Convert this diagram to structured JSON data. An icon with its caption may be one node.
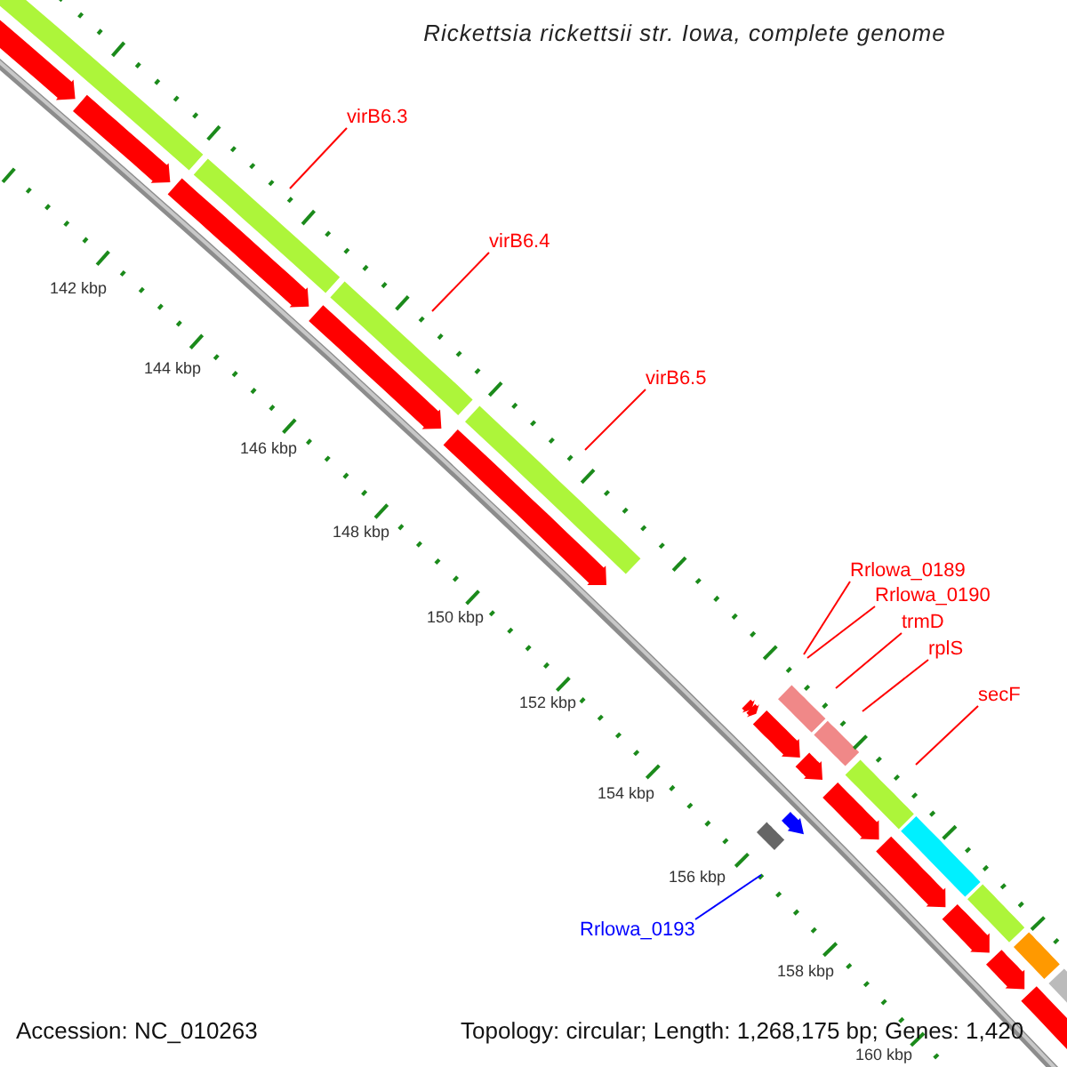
{
  "diagram": {
    "title": "Rickettsia rickettsii str. Iowa, complete genome",
    "nodes": [
      {
        "text": [
          "virB6.3"
        ]
      },
      {
        "text": [
          "virB6.4"
        ]
      },
      {
        "text": [
          "virB6.5"
        ]
      },
      {
        "text": [
          "Rrlowa_0189"
        ]
      },
      {
        "text": [
          "Rrlowa_0190"
        ]
      },
      {
        "text": [
          "trmD"
        ]
      },
      {
        "text": [
          "rplS"
        ]
      },
      {
        "text": [
          "secF"
        ]
      },
      {
        "text": [
          "Rrlowa_0193"
        ]
      }
    ],
    "edges": [
      {
        "from": 0,
        "to": null,
        "arrow": "none"
      },
      {
        "from": 1,
        "to": null,
        "arrow": "none"
      },
      {
        "from": 2,
        "to": null,
        "arrow": "none"
      },
      {
        "from": 3,
        "to": null,
        "arrow": "none"
      },
      {
        "from": 4,
        "to": null,
        "arrow": "none"
      },
      {
        "from": 5,
        "to": null,
        "arrow": "none"
      },
      {
        "from": 6,
        "to": null,
        "arrow": "none"
      },
      {
        "from": 7,
        "to": null,
        "arrow": "none"
      },
      {
        "from": 8,
        "to": null,
        "arrow": "none",
        "color": "#0000ff"
      }
    ],
    "labels": [
      "142 kbp",
      "144 kbp",
      "146 kbp",
      "148 kbp",
      "150 kbp",
      "152 kbp",
      "154 kbp",
      "156 kbp",
      "158 kbp",
      "160 kbp",
      "Accession: NC_010263",
      "Topology: circular; Length: 1,268,175 bp; Genes: 1,420"
    ]
  }
}
